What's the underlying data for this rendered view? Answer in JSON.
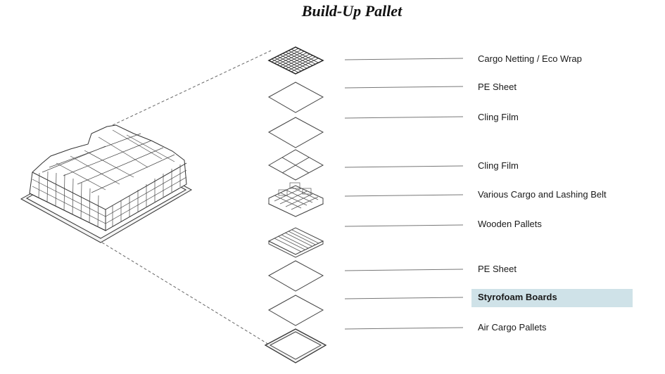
{
  "title": "Build-Up Pallet",
  "layers": [
    {
      "label": "Cargo Netting / Eco Wrap",
      "icon": "netting-icon"
    },
    {
      "label": "PE Sheet",
      "icon": "sheet-icon"
    },
    {
      "label": "Cling Film",
      "icon": "film-icon"
    },
    {
      "label": "Cling Film",
      "icon": "quartered-film-icon"
    },
    {
      "label": "Various Cargo and Lashing Belt",
      "icon": "cargo-boxes-icon"
    },
    {
      "label": "Wooden Pallets",
      "icon": "wooden-pallet-icon"
    },
    {
      "label": "PE Sheet",
      "icon": "sheet-icon"
    },
    {
      "label": "Styrofoam Boards",
      "icon": "styrofoam-board-icon",
      "highlighted": true
    },
    {
      "label": "Air Cargo Pallets",
      "icon": "air-cargo-pallet-icon"
    }
  ],
  "colors": {
    "highlight": "#cfe2e8",
    "line": "#555555"
  }
}
